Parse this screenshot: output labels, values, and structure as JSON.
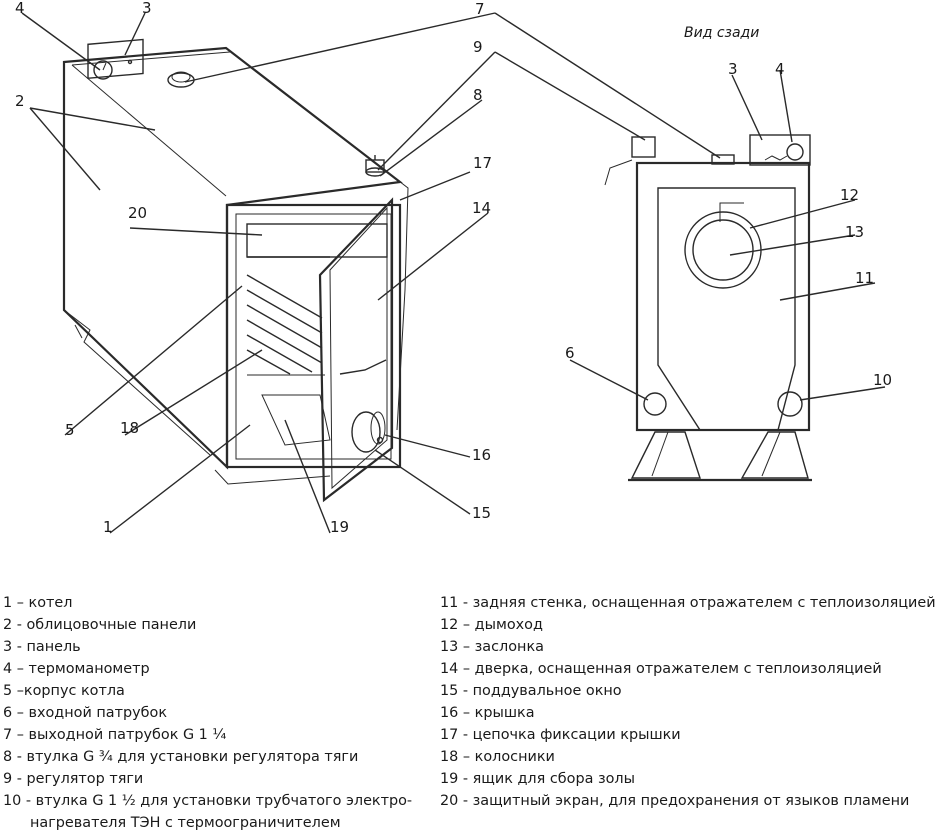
{
  "rear_view_title": "Вид сзади",
  "callouts": [
    "1",
    "2",
    "3",
    "4",
    "5",
    "6",
    "7",
    "8",
    "9",
    "10",
    "11",
    "12",
    "13",
    "14",
    "15",
    "16",
    "17",
    "18",
    "19",
    "20"
  ],
  "legend_left": [
    "1 – котел",
    "2 - облицовочные панели",
    "3 - панель",
    "4 – термоманометр",
    "5 –корпус котла",
    "6 – входной патрубок",
    "7 – выходной патрубок G 1 ¼",
    "8 - втулка G ¾ для установки регулятора тяги",
    "9 - регулятор тяги",
    "10 - втулка G 1 ½ для установки трубчатого электро-",
    "нагревателя ТЭН с термоограничителем"
  ],
  "legend_right": [
    "11 - задняя стенка, оснащенная отражателем с теплоизоляцией",
    "12 – дымоход",
    "13 – заслонка",
    "14 – дверка, оснащенная отражателем с теплоизоляцией",
    "15 - поддувальное окно",
    "16 – крышка",
    "17 - цепочка фиксации крышки",
    "18 – колосники",
    "19 - ящик для сбора золы",
    "20 - защитный экран, для предохранения от языков пламени"
  ]
}
